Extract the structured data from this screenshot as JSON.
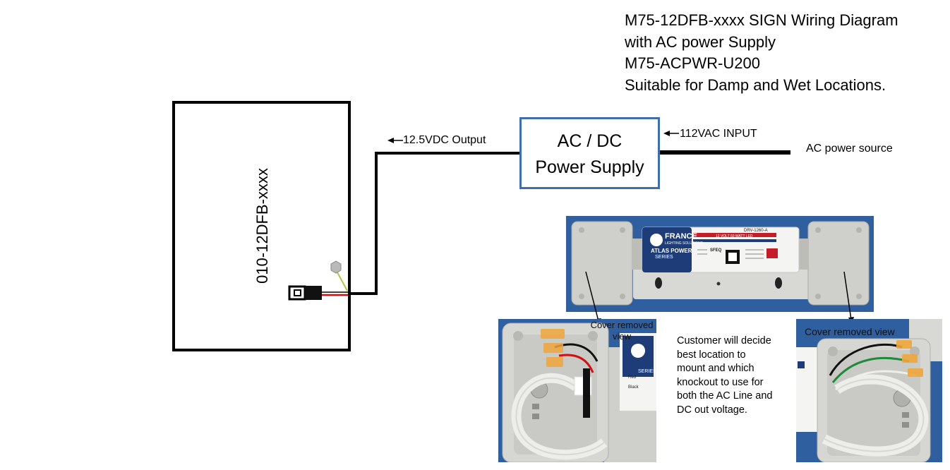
{
  "title": {
    "line1": "M75-12DFB-xxxx SIGN Wiring Diagram",
    "line2": "with AC power Supply",
    "line3": "M75-ACPWR-U200",
    "line4": "Suitable for Damp and Wet Locations."
  },
  "sign": {
    "label": "010-12DFB-xxxx"
  },
  "power_supply": {
    "line1": "AC / DC",
    "line2": "Power Supply"
  },
  "labels": {
    "dc_output": "12.5VDC Output",
    "ac_input": "112VAC INPUT",
    "ac_source": "AC power source"
  },
  "photos": {
    "left_caption": "Cover removed view",
    "right_caption": "Cover removed view",
    "label_brand": "FRANCE",
    "label_sub": "LIGHTING SOLUTIONS",
    "label_series_1": "ATLAS POWER",
    "label_series_2": "SERIES",
    "label_model": "DRV-1260-A",
    "label_watt": "12 VOLT 60 WATT LED",
    "label_sfeq": "SFEQ",
    "wire_red": "Red",
    "wire_black": "Black"
  },
  "note": {
    "lines": [
      "Customer will decide",
      "best location to",
      "mount and which",
      "knockout to use for",
      "both the AC Line and",
      "DC out voltage."
    ]
  },
  "colors": {
    "psu_border": "#3f6ea8",
    "photo_bg": "#2f5f9e",
    "wire_red": "#d01010",
    "wire_green": "#1f8a3a",
    "wire_yellow_green": "#a8c84a"
  }
}
